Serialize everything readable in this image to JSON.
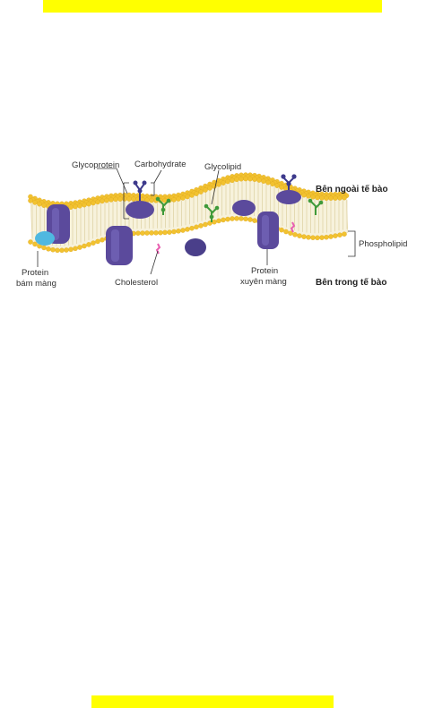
{
  "labels": {
    "glycoprotein": "Glycoprotein",
    "carbohydrate": "Carbohydrate",
    "glycolipid": "Glycolipid",
    "outside": "Bên ngoài tế bào",
    "inside": "Bên trong tế bào",
    "phospholipid": "Phospholipid",
    "peripheral_protein_l1": "Protein",
    "peripheral_protein_l2": "bám màng",
    "cholesterol": "Cholesterol",
    "integral_protein_l1": "Protein",
    "integral_protein_l2": "xuyên màng"
  },
  "colors": {
    "banner": "#ffff00",
    "lipid_head": "#f2c230",
    "lipid_tail": "#f7f2dc",
    "protein": "#5b4a9c",
    "peripheral_protein": "#4fb8e0",
    "carbohydrate": "#3f9a3a",
    "glycan": "#3d3a8c",
    "cholesterol": "#e85fb0"
  }
}
